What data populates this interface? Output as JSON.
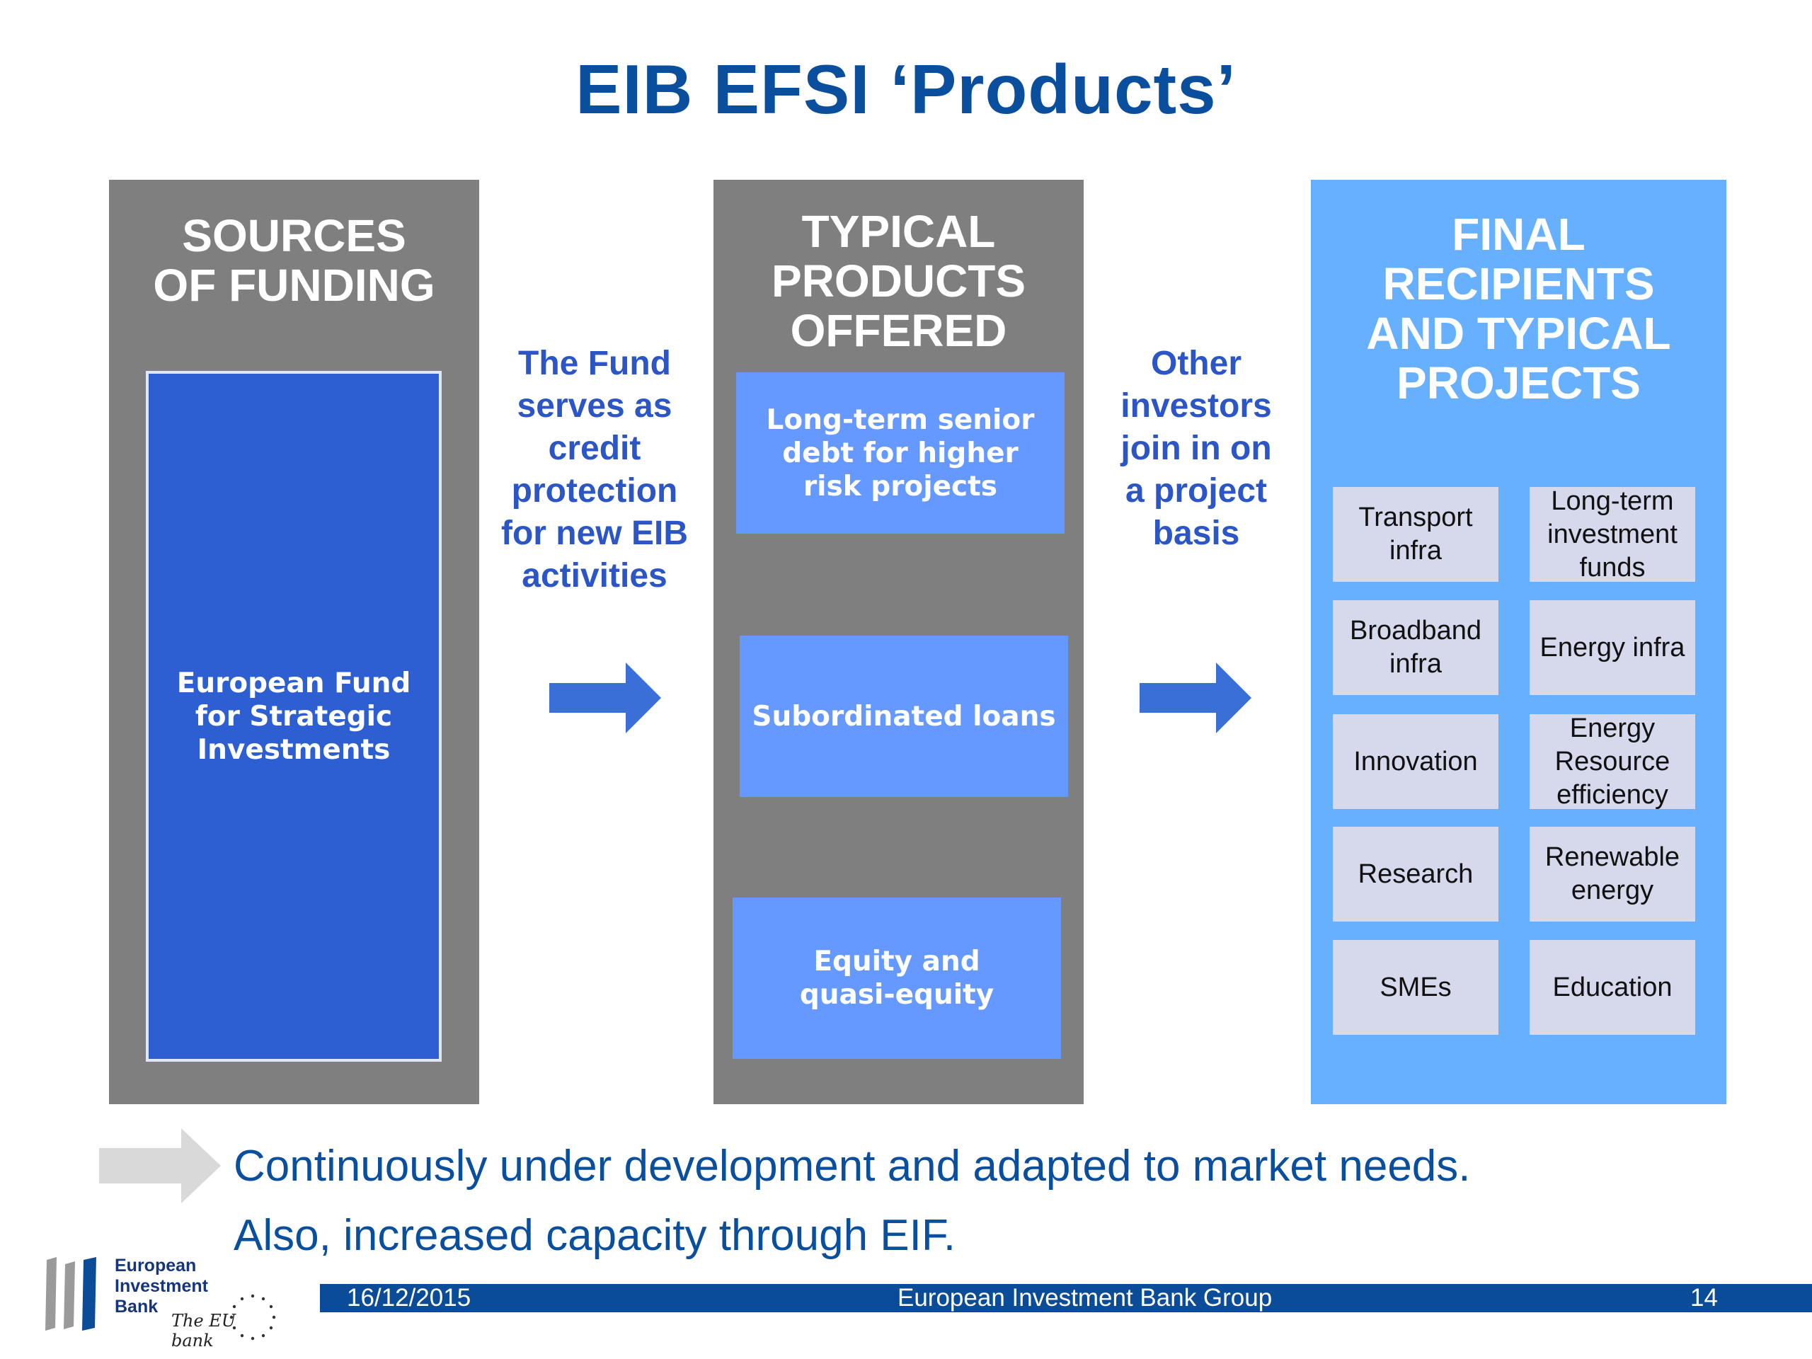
{
  "title": "EIB EFSI ‘Products’",
  "sources": {
    "heading": "SOURCES\nOF FUNDING",
    "fund_label": "European Fund\nfor Strategic\nInvestments"
  },
  "connector_left": "The Fund\nserves as\ncredit\nprotection\nfor new EIB\nactivities",
  "products": {
    "heading": "TYPICAL\nPRODUCTS\nOFFERED",
    "items": [
      "Long-term senior\ndebt for higher\nrisk projects",
      "Subordinated loans",
      "Equity and\nquasi-equity"
    ]
  },
  "connector_right": "Other\ninvestors\njoin in on\na project\nbasis",
  "recipients": {
    "heading": "FINAL\nRECIPIENTS\nAND TYPICAL\nPROJECTS",
    "left_column": [
      "Transport\ninfra",
      "Broadband\ninfra",
      "Innovation",
      "Research",
      "SMEs"
    ],
    "right_column": [
      "Long-term\ninvestment\nfunds",
      "Energy infra",
      "Energy\nResource\nefficiency",
      "Renewable\nenergy",
      "Education"
    ]
  },
  "notes": [
    "Continuously under development and adapted to market needs.",
    "Also, increased capacity through EIF."
  ],
  "footer": {
    "date": "16/12/2015",
    "center": "European Investment Bank Group",
    "page": "14"
  },
  "logo": {
    "name": "European\nInvestment\nBank",
    "tagline": "The EU bank"
  },
  "colors": {
    "title_blue": "#0a4f9e",
    "panel_gray": "#7f7f7f",
    "fund_blue": "#2d5fd3",
    "product_blue": "#6699ff",
    "recipients_blue": "#66b0ff",
    "cell_lavender": "#d6d8ec",
    "arrow_blue": "#3a6fd8"
  }
}
